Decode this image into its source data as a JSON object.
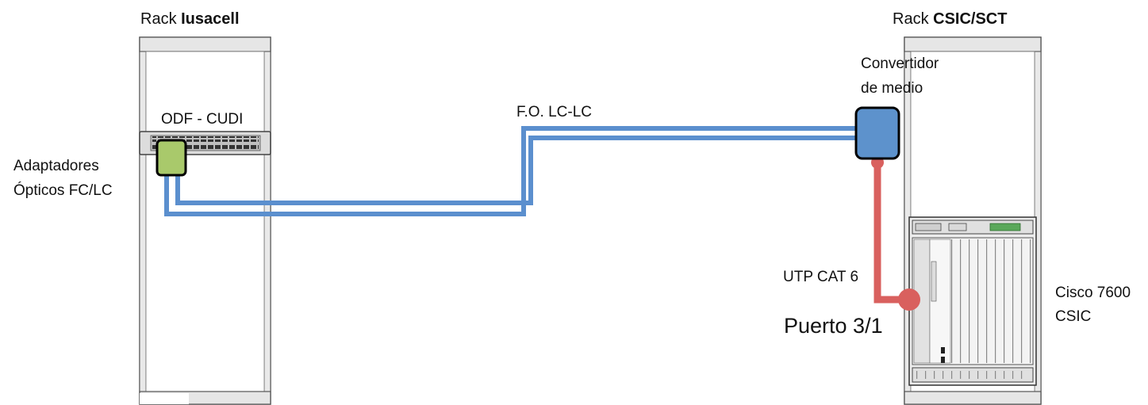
{
  "left_rack": {
    "prefix": "Rack ",
    "name": "Iusacell"
  },
  "right_rack": {
    "prefix": "Rack ",
    "name": "CSIC/SCT"
  },
  "odf_label": "ODF - CUDI",
  "adapters_label": [
    "Adaptadores",
    "Ópticos FC/LC"
  ],
  "fiber_label": "F.O.  LC-LC",
  "converter_label": [
    "Convertidor",
    "de medio"
  ],
  "utp_label": "UTP CAT 6",
  "port_label": "Puerto 3/1",
  "router_label": [
    "Cisco 7600",
    "CSIC"
  ],
  "colors": {
    "fiber": "#5b8fce",
    "utp": "#d9605e",
    "adapter": "#a9c96b",
    "converter": "#5d92cc",
    "rack_frame": "#555555",
    "rack_fill": "#f2f2f2"
  }
}
